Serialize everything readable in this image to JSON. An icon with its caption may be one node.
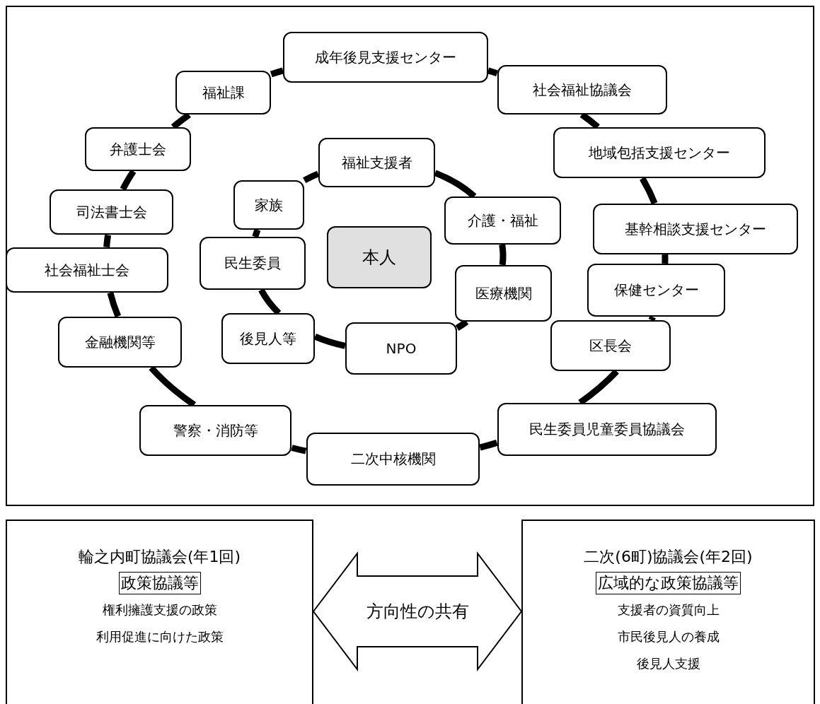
{
  "diagram": {
    "nodes": [
      {
        "text": [
          "成年後見支援センター"
        ]
      },
      {
        "text": [
          "福祉課"
        ]
      },
      {
        "text": [
          "社会福祉協議会"
        ]
      },
      {
        "text": [
          "弁護士会"
        ]
      },
      {
        "text": [
          "地域包括支援センター"
        ]
      },
      {
        "text": [
          "司法書士会"
        ]
      },
      {
        "text": [
          "基幹相談支援センター"
        ]
      },
      {
        "text": [
          "社会福祉士会"
        ]
      },
      {
        "text": [
          "保健センター"
        ]
      },
      {
        "text": [
          "金融機関等"
        ]
      },
      {
        "text": [
          "区長会"
        ]
      },
      {
        "text": [
          "警察・消防等"
        ]
      },
      {
        "text": [
          "民生委員児童委員協議会"
        ]
      },
      {
        "text": [
          "二次中核機関"
        ]
      },
      {
        "text": [
          "福祉支援者"
        ]
      },
      {
        "text": [
          "家族"
        ]
      },
      {
        "text": [
          "介護・福祉"
        ]
      },
      {
        "text": [
          "本人"
        ]
      },
      {
        "text": [
          "民生委員"
        ]
      },
      {
        "text": [
          "医療機関"
        ]
      },
      {
        "text": [
          "後見人等"
        ]
      },
      {
        "text": [
          "NPO"
        ]
      },
      {
        "text": [
          "輪之内町協議会(年1回)",
          "政策協議等",
          "権利擁護支援の政策",
          "利用促進に向けた政策"
        ]
      },
      {
        "text": [
          "二次(6町)協議会(年2回)",
          "広域的な政策協議等",
          "支援者の資質向上",
          "市民後見人の養成",
          "後見人支援"
        ]
      }
    ],
    "edges": [
      {
        "from": 0,
        "to": 2,
        "arrow": "none"
      },
      {
        "from": 2,
        "to": 4,
        "arrow": "none"
      },
      {
        "from": 4,
        "to": 6,
        "arrow": "none"
      },
      {
        "from": 6,
        "to": 8,
        "arrow": "none"
      },
      {
        "from": 8,
        "to": 10,
        "arrow": "none"
      },
      {
        "from": 10,
        "to": 12,
        "arrow": "none"
      },
      {
        "from": 12,
        "to": 13,
        "arrow": "none"
      },
      {
        "from": 13,
        "to": 11,
        "arrow": "none"
      },
      {
        "from": 11,
        "to": 9,
        "arrow": "none"
      },
      {
        "from": 9,
        "to": 7,
        "arrow": "none"
      },
      {
        "from": 7,
        "to": 5,
        "arrow": "none"
      },
      {
        "from": 5,
        "to": 3,
        "arrow": "none"
      },
      {
        "from": 3,
        "to": 1,
        "arrow": "none"
      },
      {
        "from": 1,
        "to": 0,
        "arrow": "none"
      },
      {
        "from": 14,
        "to": 16,
        "arrow": "none"
      },
      {
        "from": 16,
        "to": 19,
        "arrow": "none"
      },
      {
        "from": 19,
        "to": 21,
        "arrow": "none"
      },
      {
        "from": 21,
        "to": 20,
        "arrow": "none"
      },
      {
        "from": 20,
        "to": 18,
        "arrow": "none"
      },
      {
        "from": 18,
        "to": 15,
        "arrow": "none"
      },
      {
        "from": 15,
        "to": 14,
        "arrow": "none"
      },
      {
        "from": 22,
        "to": 23,
        "arrow": "both",
        "label": "方向性の共有"
      }
    ]
  }
}
